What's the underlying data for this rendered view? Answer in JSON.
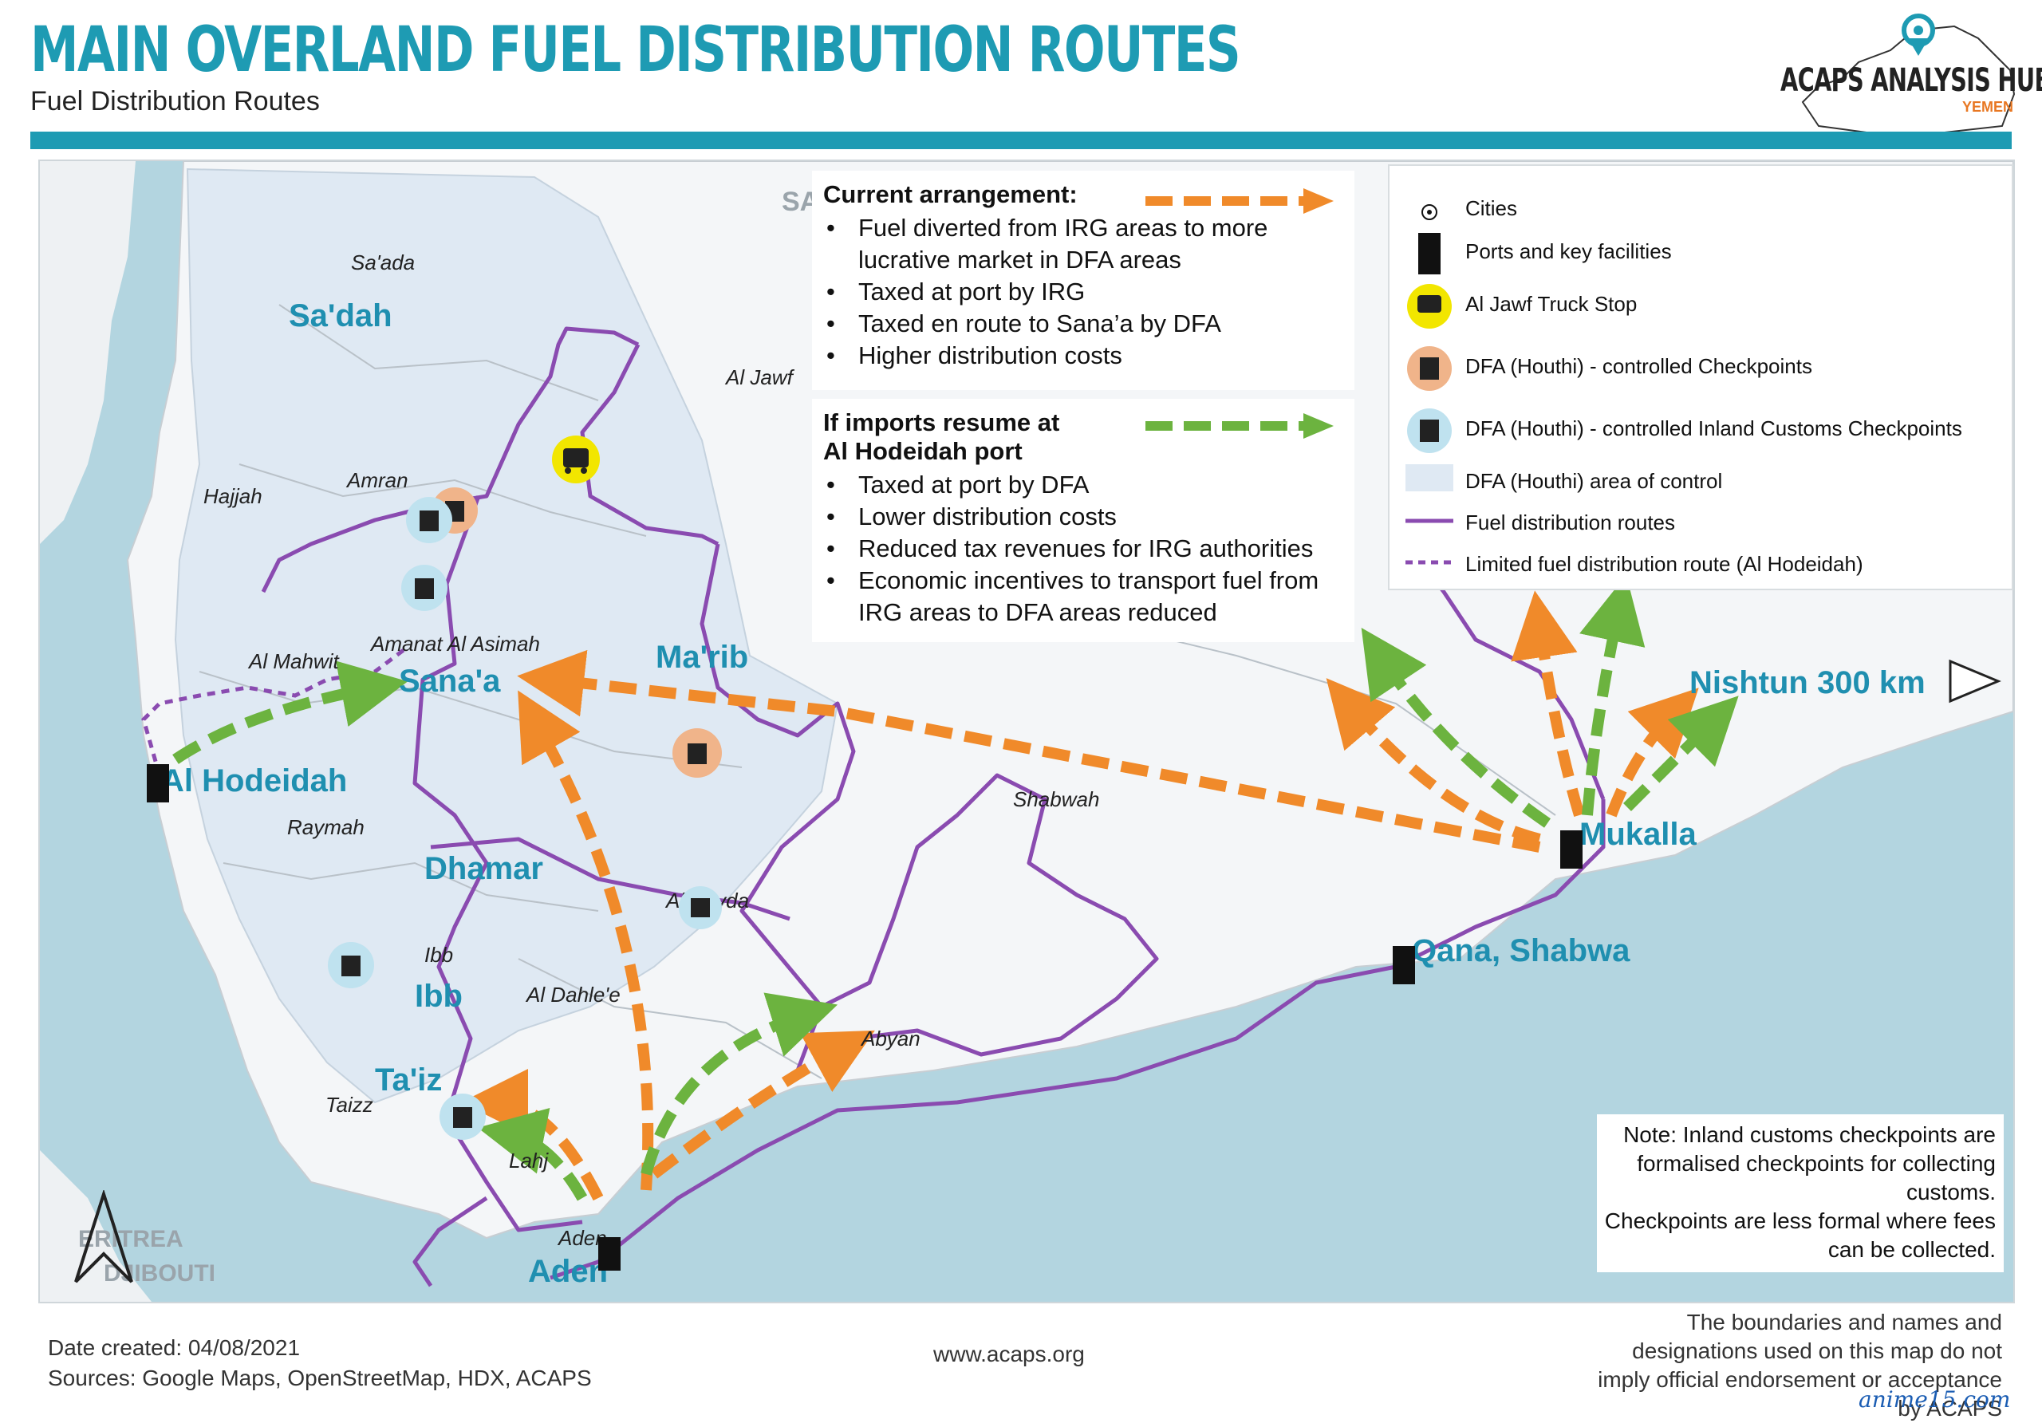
{
  "header": {
    "title": "MAIN OVERLAND FUEL DISTRIBUTION ROUTES",
    "subtitle": "Fuel Distribution Routes",
    "logo_text": "ACAPS ANALYSIS HUB",
    "logo_sub": "YEMEN"
  },
  "colors": {
    "brand": "#1e9bb3",
    "orange_route": "#f08a2a",
    "green_route": "#6cb33f",
    "purple_route": "#8a4bb0",
    "dfa_area": "#dfe9f3",
    "sea": "#b3d5e0",
    "land": "#f4f6f8"
  },
  "map": {
    "sea_label": "SA",
    "cities": [
      {
        "name": "Sa'dah",
        "icon": "city-dot-icon"
      },
      {
        "name": "Sana'a",
        "icon": "city-dot-icon"
      },
      {
        "name": "Ma'rib",
        "icon": "city-dot-icon"
      },
      {
        "name": "Al Hodeidah",
        "icon": "port-icon"
      },
      {
        "name": "Dhamar",
        "icon": "city-dot-icon"
      },
      {
        "name": "Ibb",
        "icon": "city-dot-icon"
      },
      {
        "name": "Ta'iz",
        "icon": "city-dot-icon"
      },
      {
        "name": "Aden",
        "icon": "port-icon"
      },
      {
        "name": "Mukalla",
        "icon": "port-icon"
      },
      {
        "name": "Qana, Shabwa",
        "icon": "port-icon"
      },
      {
        "name": "Nishtun 300 km",
        "icon": "arrow-right-icon"
      }
    ],
    "governorates": [
      "Sa'ada",
      "Al Jawf",
      "Hajjah",
      "Amran",
      "Amanat Al Asimah",
      "Al Mahwit",
      "Raymah",
      "Shabwah",
      "Al Bayda",
      "Ibb",
      "Al Dahle'e",
      "Abyan",
      "Taizz",
      "Lahj",
      "Aden"
    ],
    "neighbors": [
      "ERITREA",
      "DJIBOUTI"
    ],
    "truck_stop": "Al Jawf Truck Stop",
    "compass": "north-arrow-icon"
  },
  "current_arrangement": {
    "title": "Current arrangement:",
    "items": [
      "Fuel diverted from IRG areas to more lucrative market in DFA areas",
      "Taxed at port by IRG",
      "Taxed en route to Sana’a by DFA",
      "Higher distribution costs"
    ]
  },
  "if_imports": {
    "title": "If imports resume at Al Hodeidah port",
    "items": [
      "Taxed at port by DFA",
      "Lower distribution costs",
      "Reduced tax revenues for IRG authorities",
      "Economic incentives to transport fuel from IRG areas to DFA areas reduced"
    ]
  },
  "legend": {
    "items": [
      {
        "label": "Cities",
        "icon": "city-dot-icon"
      },
      {
        "label": "Ports and key facilities",
        "icon": "port-icon"
      },
      {
        "label": "Al Jawf Truck Stop",
        "icon": "truck-icon"
      },
      {
        "label": "DFA (Houthi) - controlled Checkpoints",
        "icon": "checkpoint-orange-icon"
      },
      {
        "label": "DFA (Houthi) - controlled Inland Customs Checkpoints",
        "icon": "checkpoint-blue-icon"
      },
      {
        "label": "DFA (Houthi) area of control",
        "icon": "area-swatch-icon"
      },
      {
        "label": "Fuel distribution routes",
        "icon": "solid-line-icon"
      },
      {
        "label": "Limited fuel distribution route (Al Hodeidah)",
        "icon": "dashed-line-icon"
      }
    ]
  },
  "note": {
    "line1": "Note: Inland customs checkpoints are formalised checkpoints for collecting customs.",
    "line2": "Checkpoints are less formal where fees can be collected."
  },
  "footer": {
    "date": "Date created: 04/08/2021",
    "sources": "Sources: Google Maps, OpenStreetMap, HDX, ACAPS",
    "website": "www.acaps.org",
    "disclaimer": "The boundaries and names and designations used on this map do not imply official endorsement or acceptance by ACAPS"
  },
  "watermark": "anime15.com"
}
